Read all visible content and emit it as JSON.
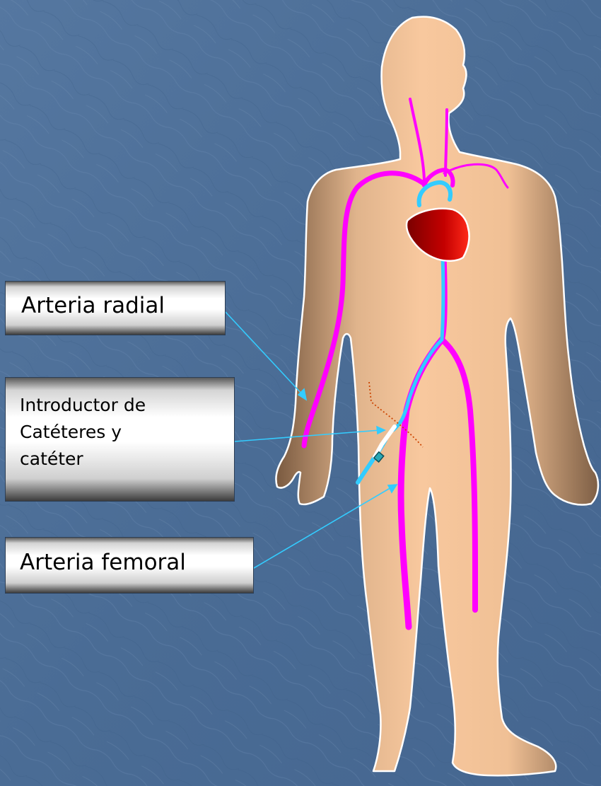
{
  "labels": {
    "radial": "Arteria radial",
    "introductor": [
      "Introductor de",
      "Catéteres y",
      "catéter"
    ],
    "femoral": "Arteria femoral"
  },
  "colors": {
    "background": "#4d6e97",
    "skin": "#f6c59b",
    "skin_shadow": "#8c6a4e",
    "artery": "#ff00ff",
    "catheter": "#33ccff",
    "heart": "#b30000",
    "pointer_line": "#33ccff",
    "incision": "#cc4400"
  },
  "icons": [
    "human-silhouette-icon",
    "heart-icon",
    "catheter-sheath-icon"
  ]
}
